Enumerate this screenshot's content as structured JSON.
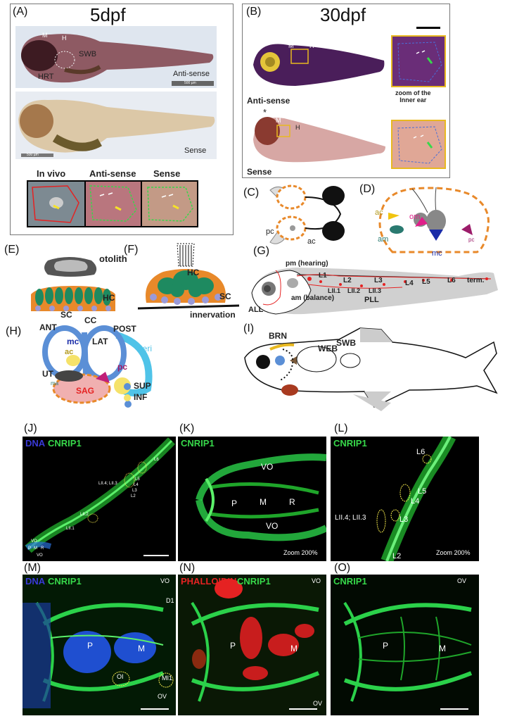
{
  "panel_a": {
    "label": "(A)",
    "title": "5dpf",
    "fish_labels": {
      "m": "M",
      "h": "H",
      "hrt": "HRT",
      "swb": "SWB"
    },
    "antisense": "Anti-sense",
    "sense": "Sense",
    "scale_top": "500 µm",
    "scale_bottom": "500 µm",
    "strip": {
      "invivo": "In vivo",
      "antisense": "Anti-sense",
      "sense": "Sense"
    }
  },
  "panel_b": {
    "label": "(B)",
    "title": "30dpf",
    "antisense": "Anti-sense",
    "sense": "Sense",
    "zoom_caption": "zoom of the\nInner ear",
    "m": "M",
    "h": "H",
    "star": "*"
  },
  "panel_c": {
    "label": "(C)",
    "pc": "pc",
    "ac": "ac"
  },
  "panel_d": {
    "label": "(D)",
    "ac": "ac",
    "om": "om",
    "am": "am",
    "mc": "mc",
    "pc": "pc"
  },
  "panel_e": {
    "label": "(E)",
    "otolith": "otolith",
    "hc": "HC",
    "sc": "SC"
  },
  "panel_f": {
    "label": "(F)",
    "hc": "HC",
    "sc": "SC",
    "innervation": "innervation"
  },
  "panel_g": {
    "label": "(G)",
    "pm": "pm (hearing)",
    "am": "am (balance)",
    "all": "ALL",
    "pll": "PLL",
    "neuromasts": [
      "L1",
      "L2",
      "L3",
      "L4",
      "L5",
      "L6",
      "term."
    ],
    "lii": [
      "LII.1",
      "LII.2",
      "LII.3"
    ]
  },
  "panel_h": {
    "label": "(H)",
    "ant": "ANT",
    "cc": "CC",
    "post": "POST",
    "lat": "LAT",
    "mc": "mc",
    "ac": "ac",
    "peri": "peri",
    "ut": "UT",
    "ma": "ma",
    "pc": "pc",
    "sag": "SAG",
    "sup": "SUP",
    "inf": "INF"
  },
  "panel_i": {
    "label": "(I)",
    "brn": "BRN",
    "web": "WEB",
    "swb": "SWB"
  },
  "panel_j": {
    "label": "(J)",
    "stain1": "DNA",
    "stain2": "CNRIP1",
    "marks": {
      "l6": "L6",
      "l5": "L5",
      "l4": "L4",
      "l3": "L3",
      "l2": "L2",
      "lii43": "LII.4; LII.3",
      "lii2": "LII.2",
      "lii1": "LII.1",
      "vo1": "VO",
      "vo2": "VO",
      "m": "M",
      "r": "R",
      "p": "P"
    }
  },
  "panel_k": {
    "label": "(K)",
    "stain": "CNRIP1",
    "vo_top": "VO",
    "vo_bottom": "VO",
    "p": "P",
    "m": "M",
    "r": "R",
    "zoom": "Zoom 200%"
  },
  "panel_l": {
    "label": "(L)",
    "stain": "CNRIP1",
    "l6": "L6",
    "l5": "L5",
    "l4": "L4",
    "l3": "L3",
    "l2": "L2",
    "lii": "LII.4; LII.3",
    "zoom": "Zoom 200%"
  },
  "panel_m": {
    "label": "(M)",
    "stain1": "DNA",
    "stain2": "CNRIP1",
    "vo": "VO",
    "d1": "D1",
    "p": "P",
    "m": "M",
    "oi": "OI",
    "mi1": "MI1",
    "ov": "OV"
  },
  "panel_n": {
    "label": "(N)",
    "stain1": "PHALLOIDIN",
    "stain2": "CNRIP1",
    "vo": "VO",
    "p": "P",
    "m": "M",
    "ov": "OV"
  },
  "panel_o": {
    "label": "(O)",
    "stain": "CNRIP1",
    "ov": "OV",
    "p": "P",
    "m": "M"
  },
  "colors": {
    "orange": "#e8892a",
    "green": "#37d84a",
    "blue_canal": "#5b8fd6",
    "peri": "#4fc3e8",
    "red": "#e52222"
  }
}
